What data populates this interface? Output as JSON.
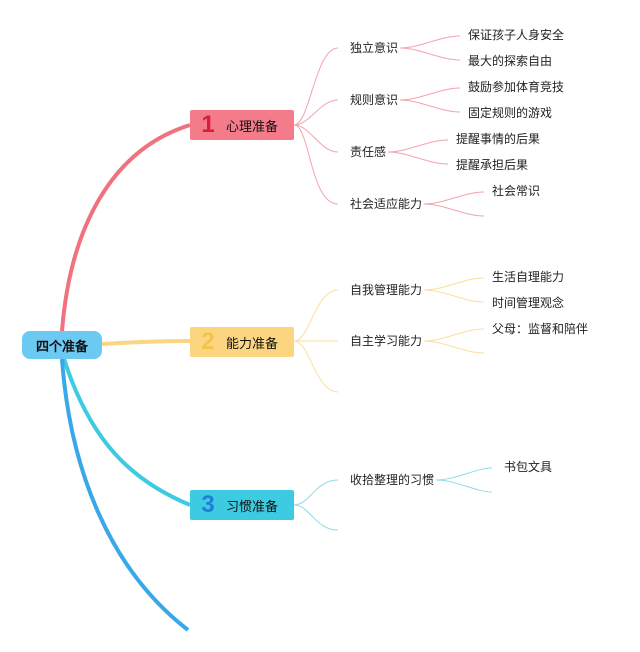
{
  "root": {
    "label": "四个准备"
  },
  "branches": [
    {
      "number": "1",
      "label": "心理准备",
      "color": "#f47b8a",
      "subs": [
        {
          "label": "独立意识",
          "leaves": [
            "保证孩子人身安全",
            "最大的探索自由"
          ]
        },
        {
          "label": "规则意识",
          "leaves": [
            "鼓励参加体育竞技",
            "固定规则的游戏"
          ]
        },
        {
          "label": "责任感",
          "leaves": [
            "提醒事情的后果",
            "提醒承担后果"
          ]
        },
        {
          "label": "社会适应能力",
          "leaves": [
            "社会常识"
          ]
        }
      ]
    },
    {
      "number": "2",
      "label": "能力准备",
      "color": "#fbd580",
      "subs": [
        {
          "label": "自我管理能力",
          "leaves": [
            "生活自理能力",
            "时间管理观念"
          ]
        },
        {
          "label": "自主学习能力",
          "leaves": [
            "父母：监督和陪伴"
          ]
        }
      ]
    },
    {
      "number": "3",
      "label": "习惯准备",
      "color": "#3dcbe1",
      "subs": [
        {
          "label": "收拾整理的习惯",
          "leaves": [
            "书包文具"
          ]
        }
      ]
    }
  ]
}
